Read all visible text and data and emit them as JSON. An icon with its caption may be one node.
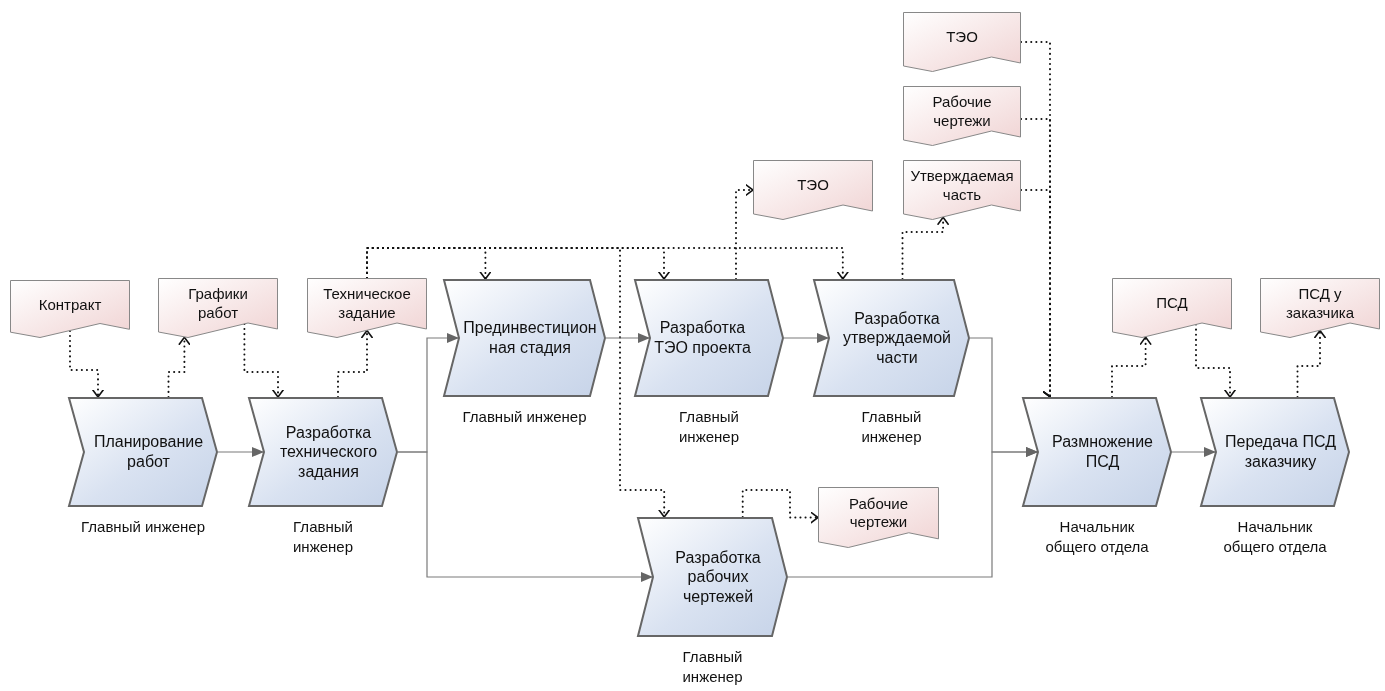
{
  "diagram": {
    "nodes": [
      {
        "text": [
          "Контракт"
        ]
      },
      {
        "text": [
          "Графики работ"
        ]
      },
      {
        "text": [
          "Техническое задание"
        ]
      },
      {
        "text": [
          "ТЭО"
        ]
      },
      {
        "text": [
          "Рабочие чертежи"
        ]
      },
      {
        "text": [
          "ТЭО"
        ]
      },
      {
        "text": [
          "Утверждаемая часть"
        ]
      },
      {
        "text": [
          "Прединвестицион ная стадия"
        ],
        "beside": [
          "Главный инженер"
        ]
      },
      {
        "text": [
          "Разработка ТЭО проекта"
        ],
        "beside": [
          "Главный инженер"
        ]
      },
      {
        "text": [
          "Разработка утверждаемой части"
        ],
        "beside": [
          "Главный инженер"
        ]
      },
      {
        "text": [
          "ПСД"
        ]
      },
      {
        "text": [
          "ПСД у заказчика"
        ]
      },
      {
        "text": [
          "Планирование работ"
        ],
        "beside": [
          "Главный инженер"
        ]
      },
      {
        "text": [
          "Разработка технического задания"
        ],
        "beside": [
          "Главный инженер"
        ]
      },
      {
        "text": [
          "Размножение ПСД"
        ],
        "beside": [
          "Начальник общего отдела"
        ]
      },
      {
        "text": [
          "Передача ПСД заказчику"
        ],
        "beside": [
          "Начальник общего отдела"
        ]
      },
      {
        "text": [
          "Рабочие чертежи"
        ]
      },
      {
        "text": [
          "Разработка рабочих чертежей"
        ],
        "beside": [
          "Главный инженер"
        ]
      }
    ],
    "edges": [
      {
        "from": 0,
        "to": 12,
        "arrow": "to",
        "style": "dashed"
      },
      {
        "from": 12,
        "to": 1,
        "arrow": "to",
        "style": "dashed"
      },
      {
        "from": 1,
        "to": 13,
        "arrow": "to",
        "style": "dashed"
      },
      {
        "from": 13,
        "to": 2,
        "arrow": "to",
        "style": "dashed"
      },
      {
        "from": 2,
        "to": 7,
        "arrow": "to",
        "style": "dashed"
      },
      {
        "from": 2,
        "to": 8,
        "arrow": "to",
        "style": "dashed"
      },
      {
        "from": 2,
        "to": 9,
        "arrow": "to",
        "style": "dashed"
      },
      {
        "from": 2,
        "to": 17,
        "arrow": "to",
        "style": "dashed"
      },
      {
        "from": 7,
        "to": 8,
        "arrow": "to",
        "color": "#7a7a7a"
      },
      {
        "from": 8,
        "to": 9,
        "arrow": "to",
        "color": "#7a7a7a"
      },
      {
        "from": 8,
        "to": 5,
        "arrow": "to",
        "style": "dashed"
      },
      {
        "from": 9,
        "to": 6,
        "arrow": "to",
        "style": "dashed"
      },
      {
        "from": 3,
        "to": 14,
        "arrow": "to",
        "style": "dashed"
      },
      {
        "from": 4,
        "to": 14,
        "arrow": "to",
        "style": "dashed"
      },
      {
        "from": 6,
        "to": 14,
        "arrow": "to",
        "style": "dashed"
      },
      {
        "from": 13,
        "to": 7,
        "arrow": "to",
        "color": "#7a7a7a"
      },
      {
        "from": 13,
        "to": 17,
        "arrow": "to",
        "color": "#7a7a7a"
      },
      {
        "from": 9,
        "to": 14,
        "arrow": "to",
        "color": "#7a7a7a"
      },
      {
        "from": 17,
        "to": 14,
        "arrow": "to",
        "color": "#7a7a7a"
      },
      {
        "from": 17,
        "to": 16,
        "arrow": "to",
        "style": "dashed"
      },
      {
        "from": 14,
        "to": 15,
        "arrow": "to",
        "color": "#7a7a7a"
      },
      {
        "from": 14,
        "to": 10,
        "arrow": "to",
        "style": "dashed"
      },
      {
        "from": 10,
        "to": 15,
        "arrow": "to",
        "style": "dashed"
      },
      {
        "from": 15,
        "to": 11,
        "arrow": "to",
        "style": "dashed"
      },
      {
        "from": 12,
        "to": 13,
        "arrow": "to",
        "color": "#7a7a7a"
      }
    ]
  }
}
